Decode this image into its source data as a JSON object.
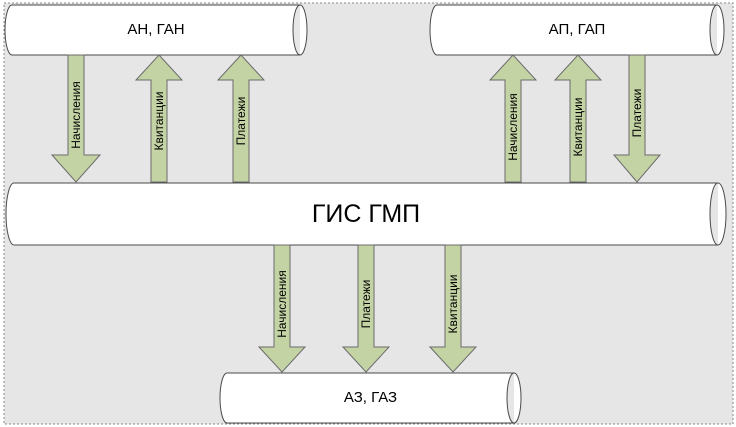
{
  "colors": {
    "frame_fill": "#e6e6e6",
    "frame_border": "#8a8a8a",
    "pipe_fill": "#ffffff",
    "pipe_stroke": "#4a4a4a",
    "arrow_fill": "#c4d3a4",
    "arrow_stroke": "#6b6b6b"
  },
  "systems": {
    "top_left": "АН, ГАН",
    "top_right": "АП, ГАП",
    "center": "ГИС ГМП",
    "bottom": "АЗ, ГАЗ"
  },
  "flows": {
    "top_left": [
      {
        "label": "Начисления",
        "direction": "down"
      },
      {
        "label": "Квитанции",
        "direction": "up"
      },
      {
        "label": "Платежи",
        "direction": "up"
      }
    ],
    "top_right": [
      {
        "label": "Начисления",
        "direction": "up"
      },
      {
        "label": "Квитанции",
        "direction": "up"
      },
      {
        "label": "Платежи",
        "direction": "down"
      }
    ],
    "bottom": [
      {
        "label": "Начисления",
        "direction": "down"
      },
      {
        "label": "Платежи",
        "direction": "down"
      },
      {
        "label": "Квитанции",
        "direction": "down"
      }
    ]
  }
}
